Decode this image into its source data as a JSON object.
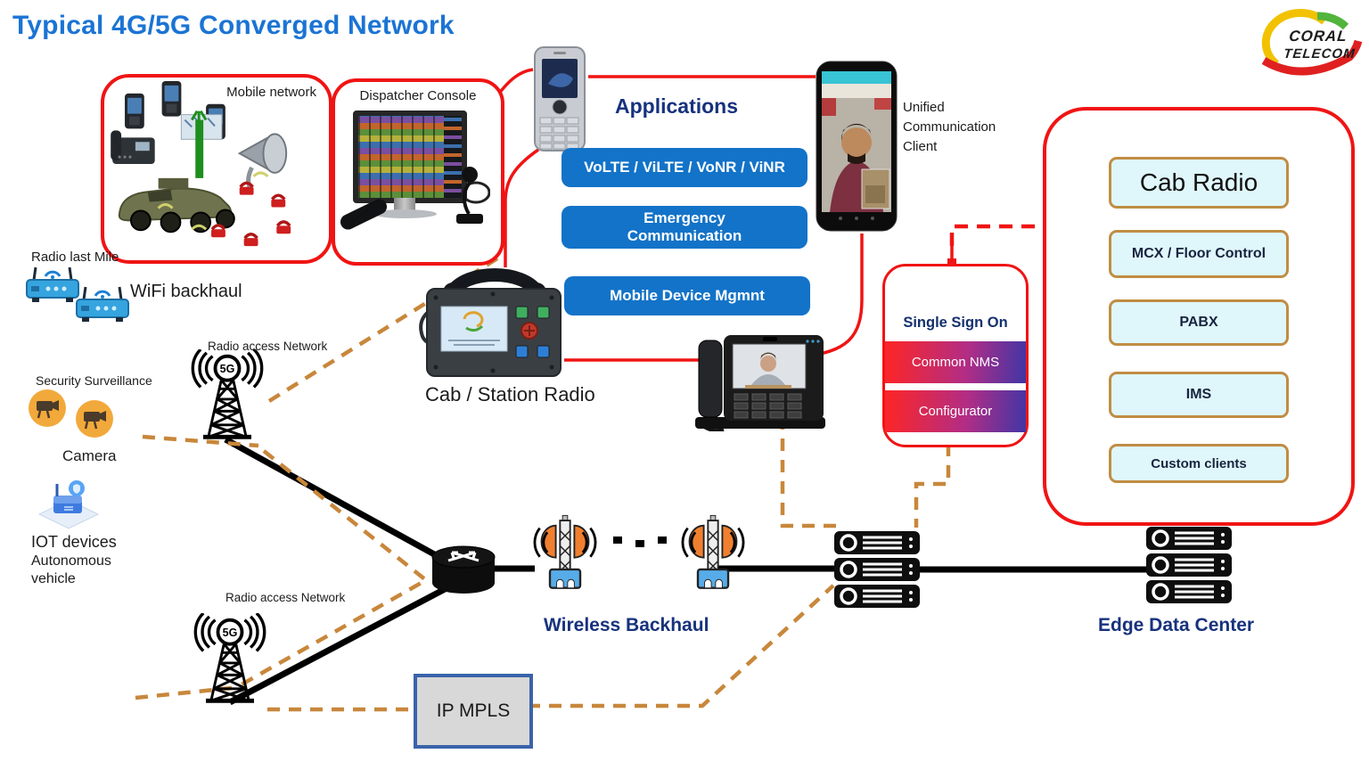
{
  "title": "Typical 4G/5G Converged Network",
  "logo": {
    "line1": "CORAL",
    "line2": "TELECOM"
  },
  "boxes": {
    "mobile_network_label": "Mobile network",
    "dispatcher_console_label": "Dispatcher Console",
    "unified_client_label": "Unified Communication Client"
  },
  "applications": {
    "heading": "Applications",
    "items": [
      "VoLTE / ViLTE / VoNR / ViNR",
      "Emergency\nCommunication",
      "Mobile Device Mgmnt"
    ]
  },
  "sso": {
    "heading": "Single Sign On",
    "items": [
      "Common NMS",
      "Configurator"
    ]
  },
  "cab_radio_panel": {
    "items": [
      "Cab Radio",
      "MCX / Floor Control",
      "PABX",
      "IMS",
      "Custom clients"
    ]
  },
  "labels": {
    "radio_last_mile": "Radio last Mile",
    "wifi_backhaul": "WiFi backhaul",
    "security_surveillance": "Security Surveillance",
    "camera": "Camera",
    "iot_devices": "IOT devices",
    "autonomous_vehicle": "Autonomous vehicle",
    "radio_access_network": "Radio access Network",
    "tower_5g": "5G",
    "cab_station_radio": "Cab / Station Radio",
    "wireless_backhaul": "Wireless Backhaul",
    "edge_data_center": "Edge Data Center",
    "ip_mpls": "IP MPLS"
  },
  "colors": {
    "title_blue": "#1B74D4",
    "heading_navy": "#17327D",
    "app_button_blue": "#1373C8",
    "panel_red": "#F01414",
    "cyan_box_fill": "#DFF7FB",
    "cyan_box_border": "#C08D44",
    "orange_dash": "#C8873B",
    "sso_gradient_start": "#F8262C",
    "sso_gradient_end": "#4036A6",
    "ip_mpls_border": "#3A63A9",
    "ip_mpls_fill": "#D8D8D8"
  }
}
